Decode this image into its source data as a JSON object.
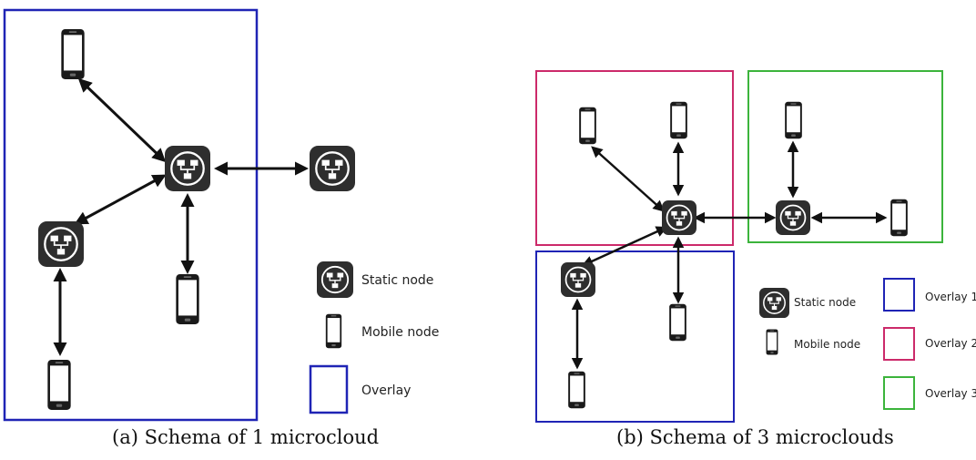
{
  "captions": {
    "a": "(a) Schema of 1 microcloud",
    "b": "(b) Schema of 3 microclouds"
  },
  "legend_a": {
    "static": "Static node",
    "mobile": "Mobile node",
    "overlay": "Overlay"
  },
  "legend_b": {
    "static": "Static node",
    "mobile": "Mobile node",
    "overlay1": "Overlay 1",
    "overlay2": "Overlay 2",
    "overlay3": "Overlay 3"
  },
  "colors": {
    "overlay": "#1f24b5",
    "overlay1": "#1f24b5",
    "overlay2": "#cc2a6a",
    "overlay3": "#3cb43c",
    "node": "#2e2e2e",
    "arrow": "#111111"
  }
}
